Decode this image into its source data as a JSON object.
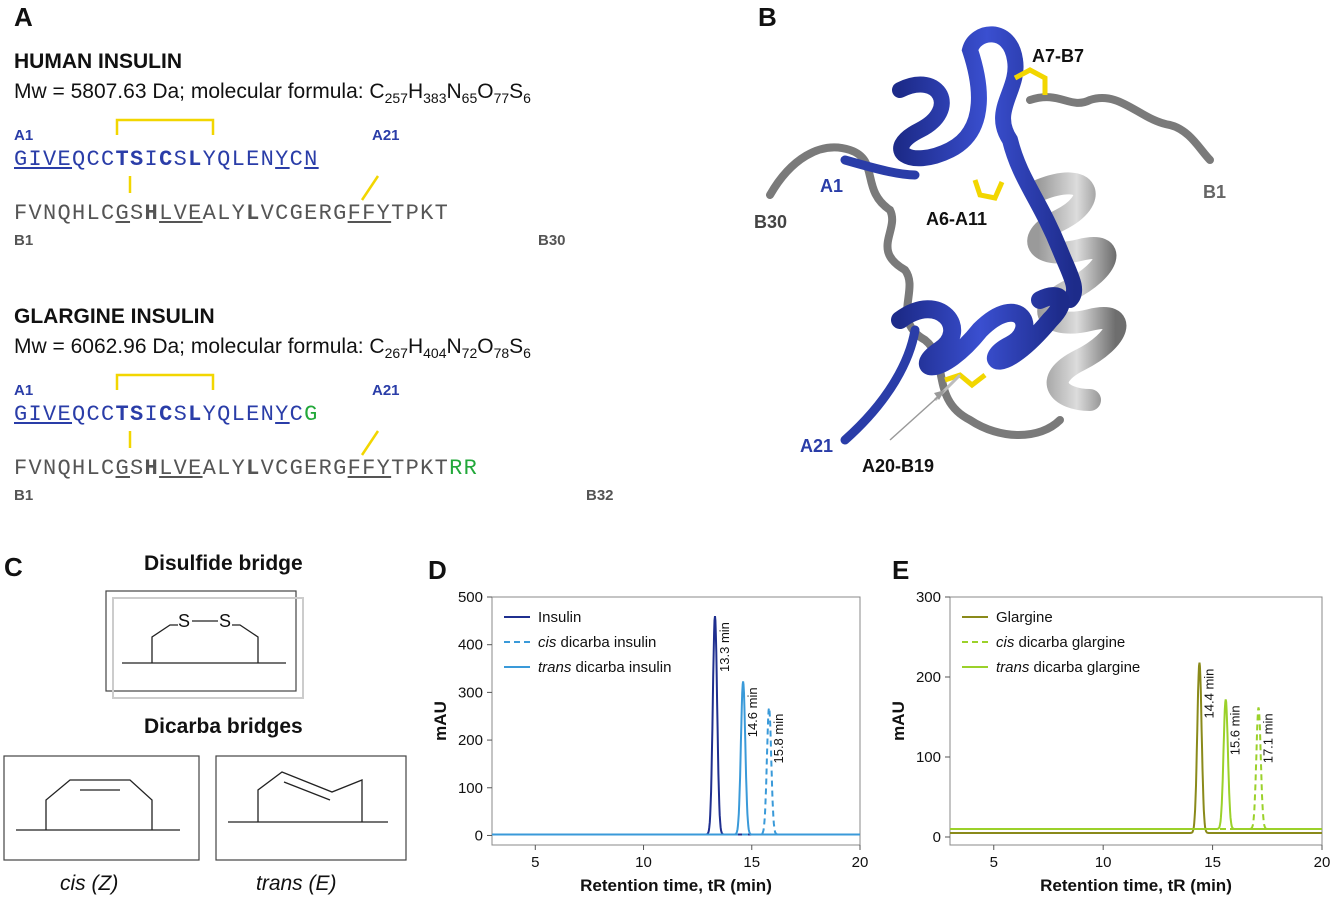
{
  "panels": {
    "a": "A",
    "b": "B",
    "c": "C",
    "d": "D",
    "e": "E"
  },
  "human": {
    "title": "HUMAN INSULIN",
    "mw_text": "Mw = 5807.63 Da; molecular formula: ",
    "formula": [
      [
        "C",
        "257"
      ],
      [
        "H",
        "383"
      ],
      [
        "N",
        "65"
      ],
      [
        "O",
        "77"
      ],
      [
        "S",
        "6"
      ]
    ],
    "a_start": "A1",
    "a_end": "A21",
    "chain_a": "GIVEQCCTSICSLYQLENYCN",
    "chain_b": "FVNQHLCGSHLVEALYLVCGERGFFYTPKT",
    "b_start": "B1",
    "b_end": "B30"
  },
  "glargine": {
    "title": "GLARGINE INSULIN",
    "mw_text": "Mw = 6062.96 Da; molecular formula: ",
    "formula": [
      [
        "C",
        "267"
      ],
      [
        "H",
        "404"
      ],
      [
        "N",
        "72"
      ],
      [
        "O",
        "78"
      ],
      [
        "S",
        "6"
      ]
    ],
    "a_start": "A1",
    "a_end": "A21",
    "chain_a": "GIVEQCCTSICSLYQLENYC",
    "chain_a_mod": "G",
    "chain_b": "FVNQHLCGSHLVEALYLVCGERGFFYTPKT",
    "chain_b_mod": "RR",
    "b_start": "B1",
    "b_end": "B32"
  },
  "structure_labels": {
    "a7b7": "A7-B7",
    "a1": "A1",
    "b1": "B1",
    "b30": "B30",
    "a6a11": "A6-A11",
    "a21": "A21",
    "a20b19": "A20-B19"
  },
  "bridges": {
    "disulfide_title": "Disulfide bridge",
    "s_atom": "S",
    "dicarba_title": "Dicarba bridges",
    "cis_label": "cis (Z)",
    "trans_label": "trans (E)"
  },
  "colors": {
    "insulin_blue": "#2a3da8",
    "chain_grey": "#555555",
    "disulfide_yellow": "#f2d600",
    "modified_green": "#22a83a",
    "insulin_line": "#1f2f8f",
    "dicarba_insulin_line": "#3a9ad9",
    "glargine_line": "#8a8a1a",
    "dicarba_glargine_line": "#9bd12a"
  },
  "chart_data": [
    {
      "type": "line",
      "xlabel": "Retention time, tR (min)",
      "ylabel": "mAU",
      "xlim": [
        3,
        20
      ],
      "ylim": [
        -20,
        500
      ],
      "xticks": [
        5,
        10,
        15,
        20
      ],
      "yticks": [
        0,
        100,
        200,
        300,
        400,
        500
      ],
      "legend_position": "top-left",
      "series": [
        {
          "name": "Insulin",
          "style": "solid",
          "color": "#1f2f8f",
          "peak_x": 13.3,
          "peak_y": 460,
          "baseline": 2,
          "label": "13.3 min"
        },
        {
          "name": "cis dicarba insulin",
          "style": "dashed",
          "color": "#3a9ad9",
          "peak_x": 15.8,
          "peak_y": 268,
          "baseline": 2,
          "label": "15.8 min"
        },
        {
          "name": "trans dicarba insulin",
          "style": "solid",
          "color": "#3a9ad9",
          "peak_x": 14.6,
          "peak_y": 323,
          "baseline": 2,
          "label": "14.6 min"
        }
      ]
    },
    {
      "type": "line",
      "xlabel": "Retention time, tR (min)",
      "ylabel": "mAU",
      "xlim": [
        3,
        20
      ],
      "ylim": [
        -10,
        300
      ],
      "xticks": [
        5,
        10,
        15,
        20
      ],
      "yticks": [
        0,
        100,
        200,
        300
      ],
      "legend_position": "top-left",
      "series": [
        {
          "name": "Glargine",
          "style": "solid",
          "color": "#8a8a1a",
          "peak_x": 14.4,
          "peak_y": 218,
          "baseline": 5,
          "label": "14.4 min"
        },
        {
          "name": "cis dicarba glargine",
          "style": "dashed",
          "color": "#9bd12a",
          "peak_x": 17.1,
          "peak_y": 162,
          "baseline": 10,
          "label": "17.1 min"
        },
        {
          "name": "trans dicarba glargine",
          "style": "solid",
          "color": "#9bd12a",
          "peak_x": 15.6,
          "peak_y": 172,
          "baseline": 10,
          "label": "15.6 min"
        }
      ]
    }
  ]
}
